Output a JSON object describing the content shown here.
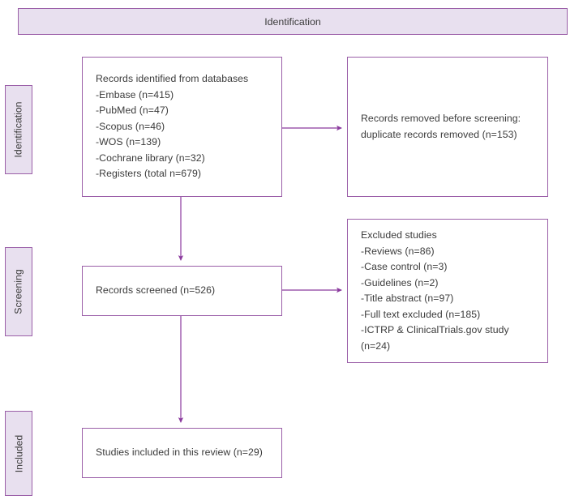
{
  "header": {
    "title": "Identification"
  },
  "stages": [
    {
      "key": "identification",
      "label": "Identification"
    },
    {
      "key": "screening",
      "label": "Screening"
    },
    {
      "key": "included",
      "label": "Included"
    }
  ],
  "nodes": {
    "records_identified": {
      "title": "Records identified from databases",
      "text": "Records identified from databases\n   -Embase (n=415)\n   -PubMed (n=47)\n   -Scopus (n=46)\n   -WOS (n=139)\n   -Cochrane library (n=32)\n   -Registers (total n=679)",
      "sources": [
        {
          "name": "Embase",
          "n": 415
        },
        {
          "name": "PubMed",
          "n": 47
        },
        {
          "name": "Scopus",
          "n": 46
        },
        {
          "name": "WOS",
          "n": 139
        },
        {
          "name": "Cochrane library",
          "n": 32
        },
        {
          "name": "Registers (total)",
          "n": 679
        }
      ]
    },
    "records_removed": {
      "text": "Records removed before screening:\nduplicate records removed (n=153)",
      "duplicates_removed": 153
    },
    "records_screened": {
      "text": "Records screened (n=526)",
      "n": 526
    },
    "excluded_studies": {
      "title": "Excluded studies",
      "text": "Excluded studies\n   -Reviews (n=86)\n   -Case control (n=3)\n   -Guidelines (n=2)\n   -Title abstract (n=97)\n   -Full text excluded (n=185)\n   -ICTRP & ClinicalTrials.gov study (n=24)",
      "reasons": [
        {
          "name": "Reviews",
          "n": 86
        },
        {
          "name": "Case control",
          "n": 3
        },
        {
          "name": "Guidelines",
          "n": 2
        },
        {
          "name": "Title abstract",
          "n": 97
        },
        {
          "name": "Full text excluded",
          "n": 185
        },
        {
          "name": "ICTRP & ClinicalTrials.gov study",
          "n": 24
        }
      ]
    },
    "studies_included": {
      "text": "Studies included in this review (n=29)",
      "n": 29
    }
  },
  "colors": {
    "border": "#9b5fa8",
    "banner_fill": "#e8e0ef",
    "arrow": "#8b3a9e",
    "text": "#3b3b3b",
    "background": "#ffffff"
  }
}
